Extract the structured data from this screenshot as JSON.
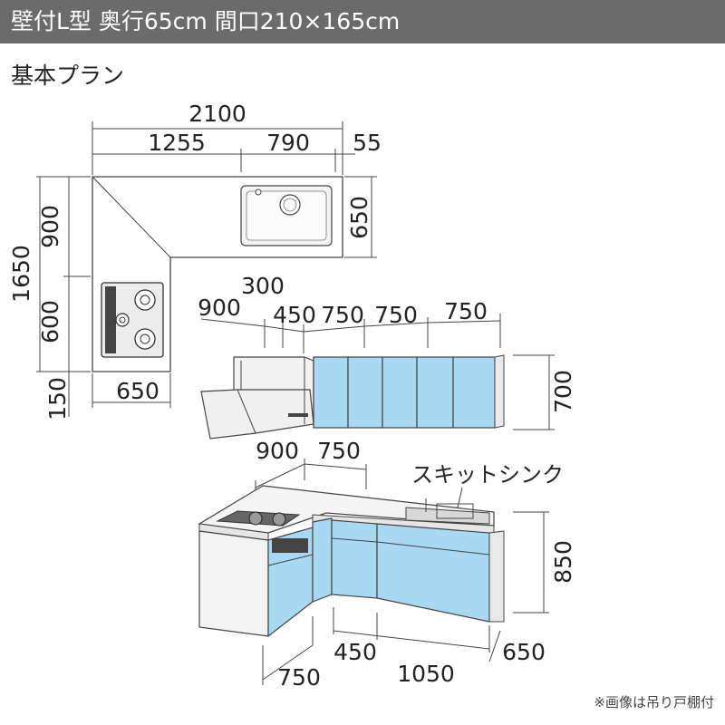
{
  "header": {
    "title": "壁付L型 奥行65cm 間口210×165cm"
  },
  "section_title": "基本プラン",
  "plan_view": {
    "overall_width": "2100",
    "segment_left": "1255",
    "segment_middle": "790",
    "segment_right": "55",
    "overall_depth": "1650",
    "left_upper": "900",
    "left_middle": "600",
    "left_lower": "150",
    "sink_side_depth": "650",
    "bottom_width": "650"
  },
  "wall_cabinets": {
    "w1": "900",
    "w2": "300",
    "w3": "450",
    "w4": "750",
    "w5": "750",
    "w6": "750",
    "height": "700"
  },
  "base_cabinets": {
    "top_left": "900",
    "top_right": "750",
    "sink_label": "スキットシンク",
    "height": "850",
    "bottom_left": "750",
    "bottom_middle": "450",
    "bottom_right": "1050",
    "right_depth": "650"
  },
  "footnote": "※画像は吊り戸棚付",
  "colors": {
    "cabinet_blue": "#a9d8f2",
    "header_gray": "#6b6b6b"
  }
}
